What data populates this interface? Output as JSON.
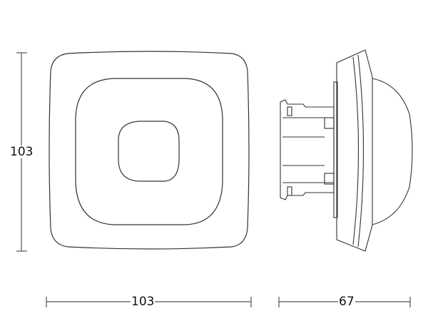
{
  "diagram": {
    "views": [
      "front-view",
      "side-view"
    ],
    "dimensions": {
      "height_label": "103",
      "width_label": "103",
      "depth_label": "67"
    },
    "colors": {
      "line": "#333333",
      "dimension_line": "#555555",
      "background": "#ffffff"
    }
  }
}
